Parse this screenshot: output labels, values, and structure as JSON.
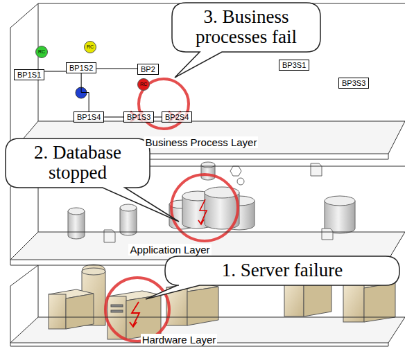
{
  "diagram": {
    "nodes": [
      {
        "text": [
          "Business Process Layer"
        ]
      },
      {
        "text": [
          "RC"
        ],
        "in": 0
      },
      {
        "text": [
          "RC"
        ],
        "in": 0
      },
      {
        "text": [
          "BP1S1"
        ],
        "in": 0
      },
      {
        "text": [
          "BP1S2"
        ],
        "in": 0
      },
      {
        "text": [
          "BP2"
        ],
        "in": 0
      },
      {
        "text": [
          "RC"
        ],
        "in": 0
      },
      {
        "text": [
          "BP3S1"
        ],
        "in": 0
      },
      {
        "text": [
          "BP3S3"
        ],
        "in": 0
      },
      {
        "text": [
          "BP1S4"
        ],
        "in": 0
      },
      {
        "text": [
          "BP1S3"
        ],
        "in": 0
      },
      {
        "text": [
          "BP2S4"
        ],
        "in": 0
      },
      {
        "text": [
          "3. Business processes fail"
        ]
      },
      {
        "text": [
          "Application Layer"
        ]
      },
      {
        "text": [
          "2. Database stopped"
        ]
      },
      {
        "text": [
          "Hardware Layer"
        ]
      },
      {
        "text": [
          "1. Server failure"
        ]
      }
    ],
    "edges": [
      {
        "from": 4,
        "to": 3,
        "arrow": "none"
      },
      {
        "from": 4,
        "to": 9,
        "arrow": "none"
      },
      {
        "from": 4,
        "to": 5,
        "arrow": "none"
      },
      {
        "from": 9,
        "to": 10,
        "arrow": "none"
      },
      {
        "from": 10,
        "to": 11,
        "arrow": "none"
      }
    ]
  }
}
